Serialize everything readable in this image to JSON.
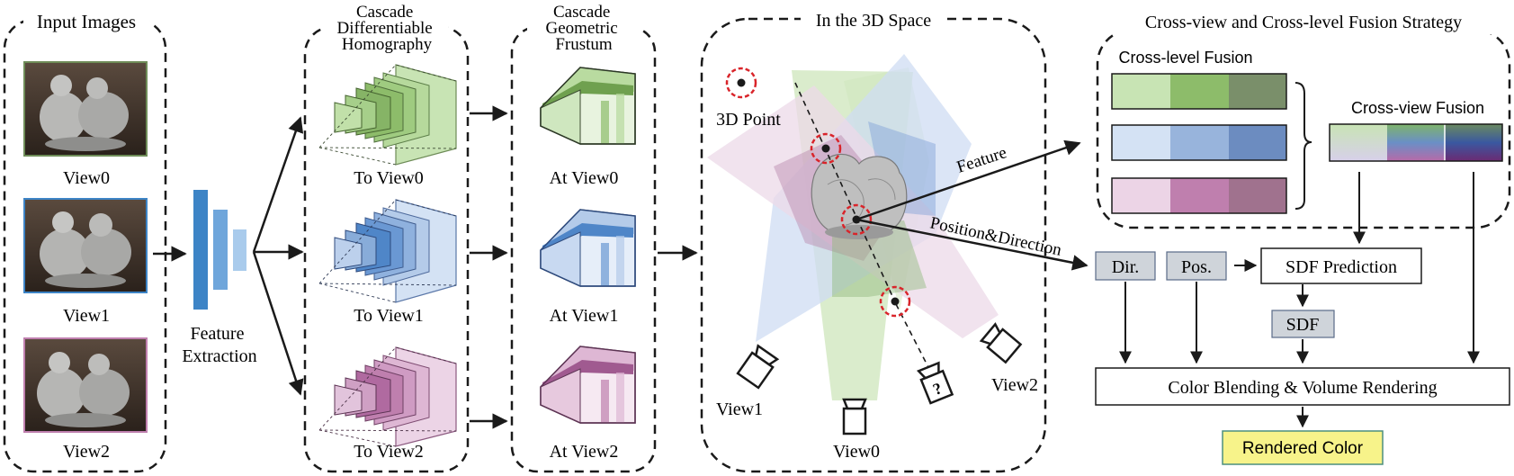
{
  "panels": {
    "input_images": "Input Images",
    "homography": [
      "Cascade",
      "Differentiable",
      "Homography"
    ],
    "frustum": [
      "Cascade",
      "Geometric",
      "Frustum"
    ],
    "space": "In the 3D Space",
    "fusion": "Cross-view and Cross-level Fusion Strategy"
  },
  "inputs": {
    "view0": "View0",
    "view1": "View1",
    "view2": "View2"
  },
  "feature_extraction": [
    "Feature",
    "Extraction"
  ],
  "homography_labels": [
    "To View0",
    "To View1",
    "To View2"
  ],
  "frustum_labels": [
    "At View0",
    "At View1",
    "At View2"
  ],
  "space": {
    "point_label": "3D Point",
    "feature_label": "Feature",
    "posdir_label": "Position&Direction",
    "cam_view0": "View0",
    "cam_view1": "View1",
    "cam_view2": "View2",
    "unknown_mark": "?"
  },
  "fusion": {
    "cross_level": "Cross-level Fusion",
    "cross_view": "Cross-view Fusion"
  },
  "pipeline": {
    "dir": "Dir.",
    "pos": "Pos.",
    "sdf_prediction": "SDF Prediction",
    "sdf": "SDF",
    "color_blending": "Color Blending & Volume Rendering",
    "rendered_color": "Rendered Color"
  },
  "colors": {
    "green": [
      "#c8e4b4",
      "#8dbc6a",
      "#7a8f6a"
    ],
    "blue": [
      "#d4e2f4",
      "#98b4dc",
      "#6c8cc0"
    ],
    "pink": [
      "#ecd4e6",
      "#bf7fae",
      "#a0728e"
    ],
    "feature_blue": "#3d84c6",
    "rendered_yellow": "#f7f38a",
    "gray_box": "#cfd4da"
  }
}
